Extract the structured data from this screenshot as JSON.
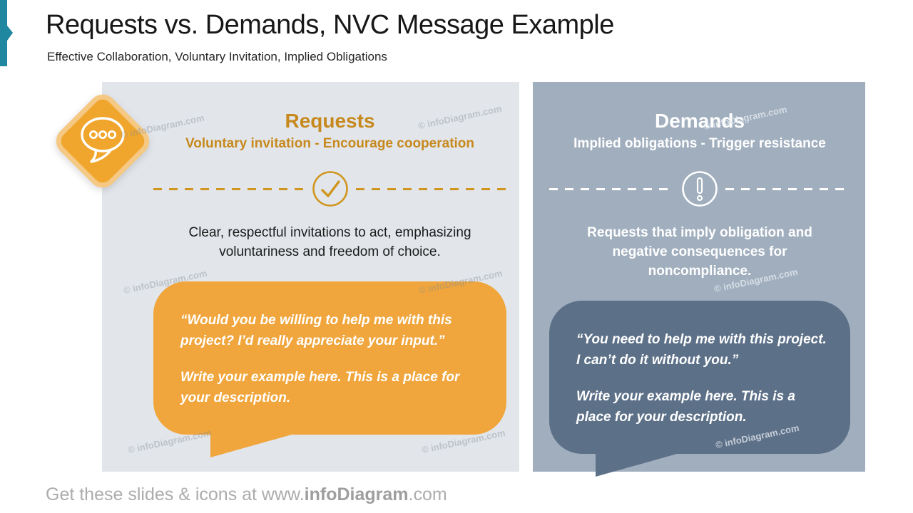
{
  "slide": {
    "title": "Requests vs. Demands, NVC Message Example",
    "subtitle": "Effective Collaboration, Voluntary Invitation, Implied Obligations",
    "watermark": "© infoDiagram.com",
    "footer": {
      "prefix": "Get these slides & icons at www.",
      "brand": "infoDiagram",
      "suffix": ".com"
    }
  },
  "colors": {
    "accent_teal": "#1f87a0",
    "orange": "#f0a63c",
    "orange_heading": "#c7891d",
    "panel_light_gray": "#e2e6eb",
    "panel_blue_gray": "#a0aebe",
    "bubble_slate": "#5c7088",
    "text_dark": "#1a1a1a",
    "text_white": "#ffffff",
    "footer_gray": "#acacac"
  },
  "panels": [
    {
      "id": "requests",
      "heading": "Requests",
      "tagline": "Voluntary invitation - Encourage cooperation",
      "icon": "check-circle",
      "description": "Clear, respectful invitations to act, emphasizing voluntariness and freedom of choice.",
      "quote": "“Would you be willing to help me with this project? I’d really appreciate your input.”",
      "placeholder": "Write your example here. This is a place for your description."
    },
    {
      "id": "demands",
      "heading": "Demands",
      "tagline": "Implied obligations - Trigger resistance",
      "icon": "exclamation-circle",
      "description": "Requests that imply obligation and negative consequences for noncompliance.",
      "quote": "“You need to help me with this project. I can’t do it without you.”",
      "placeholder": "Write your example here. This is a place for your description."
    }
  ]
}
